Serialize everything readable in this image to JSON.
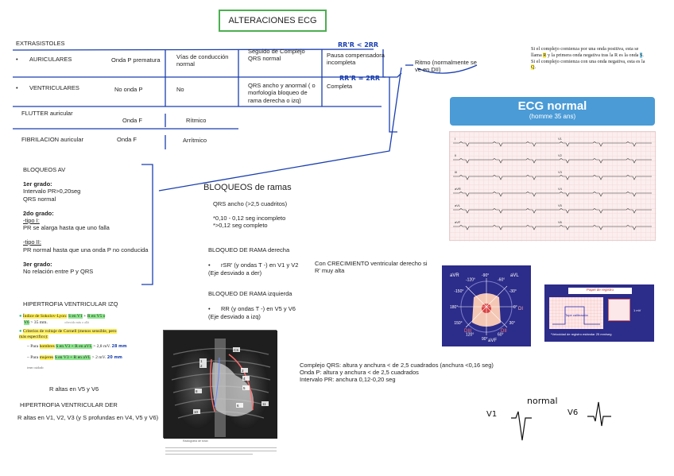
{
  "title": "ALTERACIONES ECG",
  "extrasistoles": {
    "heading": "EXTRASISTOLES",
    "auriculares": {
      "label": "AURICULARES",
      "onda": "Onda P prematura",
      "vias": "Vías de conducción normal",
      "seguido": "Seguido de Complejo QRS normal",
      "pausa": "Pausa compensadora incompleta",
      "hw": "RR'R < 2RR"
    },
    "ventriculares": {
      "label": "VENTRICULARES",
      "onda": "No onda P",
      "vias": "No",
      "seguido": "QRS ancho y anormal ( o morfología bloqueo de rama derecha o izq)",
      "pausa": "Completa",
      "hw": "RR'R = 2RR"
    },
    "flutter": {
      "label": "FLUTTER auricular",
      "onda": "Onda F",
      "ritmo": "Rítmico"
    },
    "fibrilacion": {
      "label": "FIBRILACION auricular",
      "onda": "Onda F",
      "ritmo": "Arrítmico"
    },
    "ritmo": "Ritmo (normalmente se ve en DII)",
    "bullet": "•"
  },
  "sinus_note": {
    "prefix": "Si el complejo comienza por una onda positiva, esta se llama",
    "r": "R",
    "mid1": "y la primera onda negativa tras",
    "r2": "la R es la onda",
    "s": "S",
    "mid2": ". Si el complejo comienza con una onda negativa, esta es la",
    "q": "Q"
  },
  "ecg_normal": {
    "title": "ECG normal",
    "subtitle": "(homme 35 ans)"
  },
  "bloqueos_av": {
    "heading": "BLOQUEOS AV",
    "g1_title": "1er grado:",
    "g1_l1": "Intervalo PR>0,20seg",
    "g1_l2": "QRS normal",
    "g2_title": "2do grado:",
    "t1_title": "-tipo I:",
    "t1_text": "PR se alarga hasta que uno falla",
    "t2_title": "-tipo II:",
    "t2_text": "PR normal hasta que una onda P no conducida",
    "g3_title": "3er grado:",
    "g3_text": "No relación entre P y QRS"
  },
  "bloqueos_rama": {
    "heading": "BLOQUEOS de ramas",
    "qrs": "QRS ancho (>2,5 cuadritos)",
    "inc": "*0,10 - 0,12 seg incompleto",
    "comp": "*>0,12 seg completo",
    "der_title": "BLOQUEO DE RAMA derecha",
    "der_l1": "rSR' (y ondas T -) en V1 y V2",
    "der_l2": "(Eje desviado a der)",
    "der_note": "Con CRECIMIENTO ventricular derecho si R' muy alta",
    "izq_title": "BLOQUEO DE RAMA izquierda",
    "izq_l1": "RR (y ondas T -) en V5 y V6",
    "izq_l2": "(Eje desviado a izq)"
  },
  "hvi": {
    "heading": "HIPERTROFIA VENTRICULAR IZQ",
    "sok_pre": "Índice de Sokolov-Lyon:",
    "sok_s": "S en V1",
    "sok_plus": "+",
    "sok_r": "R en V5 o",
    "sok_v6": "V6",
    "sok_val": "> 35 mm.",
    "sok_note": "ofrecido más o allá",
    "cor_title": "Criterios de voltaje de Cornell (menos sensible, pero más específico):",
    "men_pre": "Para",
    "men_w": "hombres",
    "men_f": "S en V3 + R en aVL",
    "men_v": "> 2,8 mV.",
    "men_hw": "28 mm",
    "wom_pre": "Para",
    "wom_w": "mujeres",
    "wom_f": "S en V3 + R en aVL",
    "wom_v": "> 2 mV.",
    "wom_hw": "20 mm",
    "tiny": "tener cuidado",
    "r_altas": "R altas en V5 y V6"
  },
  "hvd": {
    "heading": "HIPERTROFIA VENTRICULAR DER",
    "text": "R altas en V1, V2, V3 (y S profundas en V4, V5 y V6)"
  },
  "xray": {
    "labels": [
      "CS",
      "1",
      "2",
      "3",
      "4",
      "5",
      "6",
      "8",
      "10",
      "11"
    ],
    "caption": "Radiografía de tórax"
  },
  "norms": {
    "qrs": "Complejo QRS: altura y anchura < de 2,5 cuadrados (anchura <0,16 seg)",
    "p": "Onda P: altura y anchura < de 2,5 cuadrados",
    "pr": "Intervalo PR: anchura 0,12-0,20 seg"
  },
  "axis": {
    "avr": "aVR",
    "avl": "aVL",
    "d1": "DI",
    "d2": "DII",
    "d3": "DIII",
    "avf": "aVF",
    "angles": [
      "-90°",
      "-120°",
      "-60°",
      "-150°",
      "-30°",
      "180°",
      "0°",
      "150°",
      "30°",
      "120°",
      "60°",
      "90°"
    ]
  },
  "paper": {
    "title": "Papel de registro",
    "calib": "Tope calibración",
    "mv": "1 mV",
    "note": "*Velocidad de registro estándar 25 mm/seg"
  },
  "handwritten": {
    "normal": "normal",
    "v1": "V1",
    "v6": "V6"
  },
  "strip_leads": [
    "I",
    "II",
    "III",
    "aVR",
    "aVL",
    "aVF",
    "V1",
    "V2",
    "V3",
    "V4",
    "V5",
    "V6"
  ],
  "colors": {
    "title_border": "#4caf50",
    "ink": "#1a3fb0",
    "ecg_header": "#4a9bd6",
    "card_bg": "#2c2c8a"
  }
}
